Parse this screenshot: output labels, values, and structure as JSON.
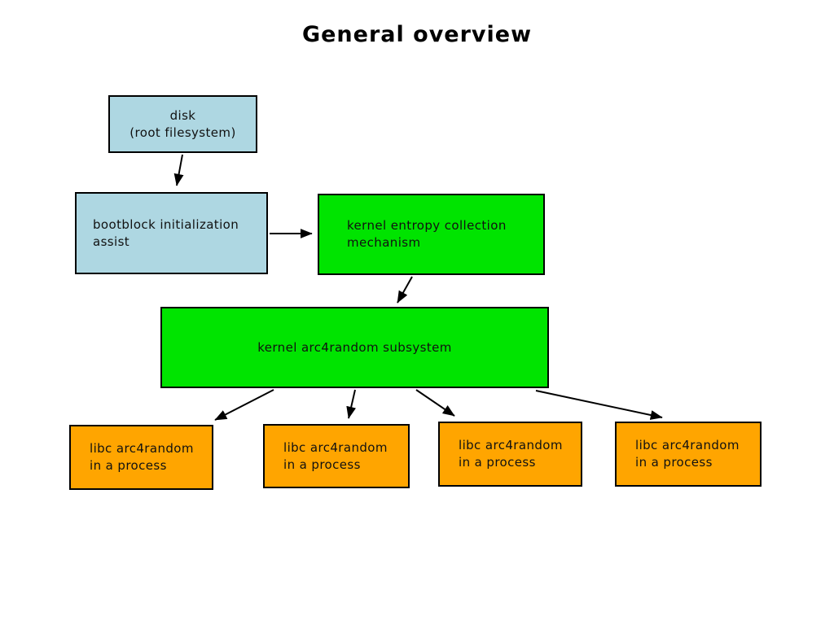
{
  "title": "General overview",
  "colors": {
    "background": "#ffffff",
    "node_blue": "#aed7e2",
    "node_green": "#00e400",
    "node_orange": "#ffa500",
    "border": "#000000"
  },
  "nodes": {
    "disk": {
      "line1": "disk",
      "line2": "(root filesystem)"
    },
    "bootblock": {
      "line1": "bootblock initialization",
      "line2": "assist"
    },
    "entropy": {
      "line1": "kernel entropy collection",
      "line2": "mechanism"
    },
    "subsystem": {
      "line1": "kernel arc4random subsystem"
    },
    "libc1": {
      "line1": "libc arc4random",
      "line2": "in a process"
    },
    "libc2": {
      "line1": "libc arc4random",
      "line2": "in a process"
    },
    "libc3": {
      "line1": "libc arc4random",
      "line2": "in a process"
    },
    "libc4": {
      "line1": "libc arc4random",
      "line2": "in a process"
    }
  },
  "edges": [
    {
      "from": "disk",
      "to": "bootblock"
    },
    {
      "from": "bootblock",
      "to": "entropy"
    },
    {
      "from": "entropy",
      "to": "subsystem"
    },
    {
      "from": "subsystem",
      "to": "libc1"
    },
    {
      "from": "subsystem",
      "to": "libc2"
    },
    {
      "from": "subsystem",
      "to": "libc3"
    },
    {
      "from": "subsystem",
      "to": "libc4"
    }
  ]
}
